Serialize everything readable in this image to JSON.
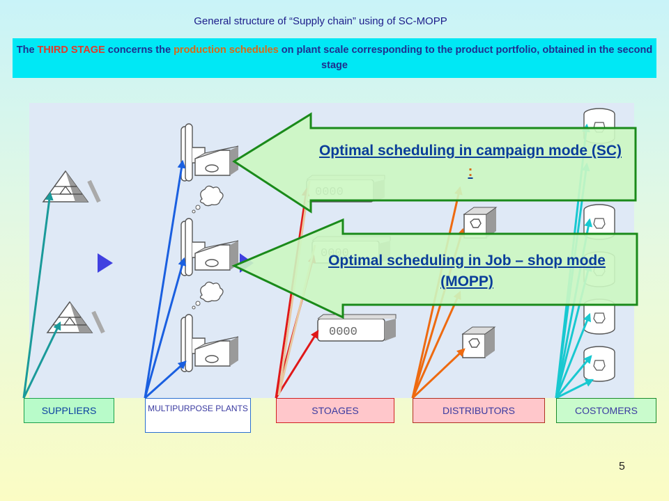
{
  "title": "General structure of “Supply chain”  using of SC-MOPP",
  "banner": {
    "prefix": "The ",
    "stage": "THIRD STAGE",
    "mid1": " concerns the ",
    "schedules": "production schedules",
    "rest": " on plant scale corresponding to the product portfolio, obtained in the second stage",
    "colors": {
      "background": "#00e8f5",
      "text": "#1f2f8f",
      "stage": "#e23a2a",
      "schedules": "#d96a17"
    }
  },
  "callouts": [
    {
      "text": "Optimal scheduling in campaign mode (SC)",
      "suffix": " :"
    },
    {
      "text": "Optimal scheduling in Job – shop mode (MOPP)"
    }
  ],
  "labels": {
    "suppliers": "SUPPLIERS",
    "multipurpose": "MULTIPURPOSE PLANTS",
    "storages": "STOAGES",
    "distributors": "DISTRIBUTORS",
    "customers": "COSTOMERS"
  },
  "storage_display": "0000",
  "page_number": "5",
  "arrow_colors": {
    "suppliers": "#1a9a9a",
    "plants": "#1a5fe0",
    "storages": "#e01818",
    "distributors": "#ee6a10",
    "customers": "#18c8d0",
    "callout_fill": "#ccf7c2",
    "callout_border": "#1a8a1a",
    "flow_triangle": "#4040e0"
  },
  "icons": {
    "supplier": "pyramid-icon",
    "plant": "factory-icon",
    "storage": "storage-tank-icon",
    "distributor": "warehouse-icon",
    "customer": "customer-barrel-icon"
  }
}
